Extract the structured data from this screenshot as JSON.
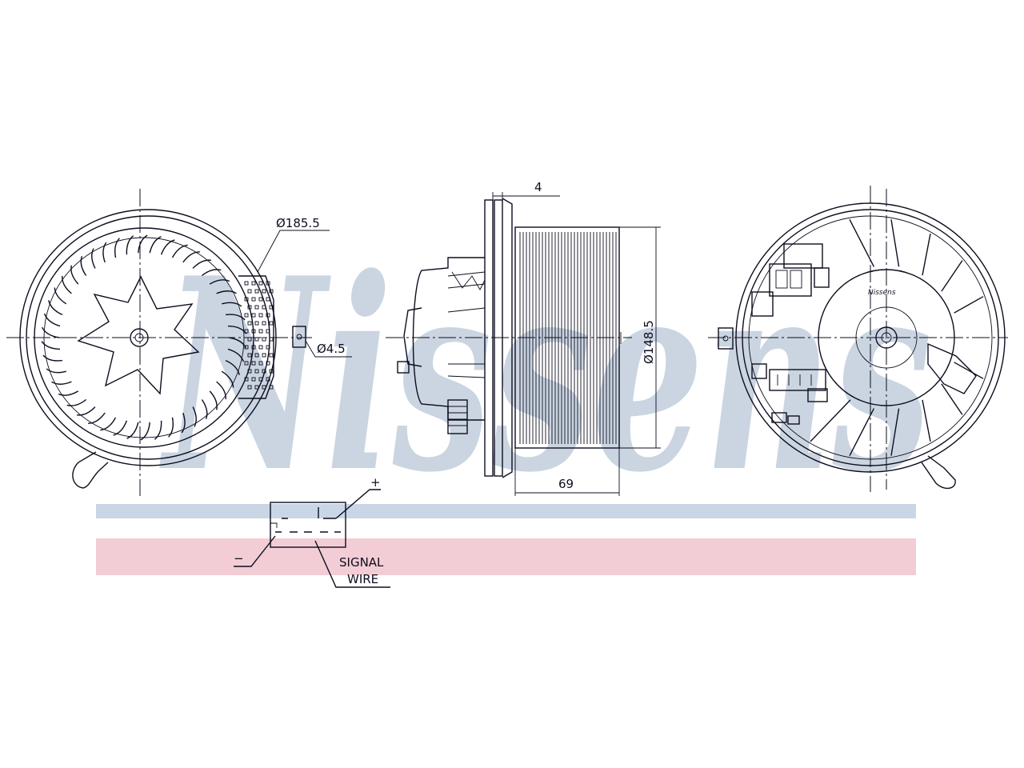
{
  "watermark": {
    "text": "Nissens",
    "color": "#9fb3c8",
    "band_top_color": "#c9d6e6",
    "band_bottom_color": "#f3cdd5"
  },
  "dimensions": {
    "outer_diameter": "Ø185.5",
    "mount_hole": "Ø4.5",
    "flange_thickness": "4",
    "fan_diameter": "Ø148.5",
    "fan_width": "69"
  },
  "connector": {
    "plus_label": "+",
    "minus_label": "−",
    "signal_label_line1": "SIGNAL",
    "signal_label_line2": "WIRE"
  },
  "views": [
    "front-view",
    "side-view",
    "rear-view"
  ]
}
